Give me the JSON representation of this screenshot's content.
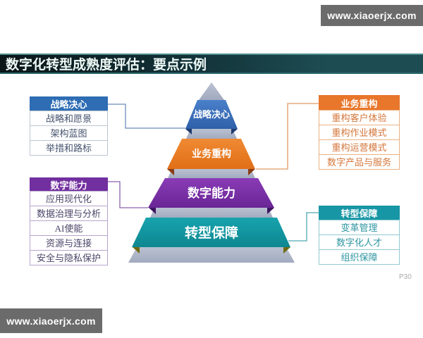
{
  "watermark": {
    "top": "www.xiaoerjx.com",
    "bottom": "www.xiaoerjx.com"
  },
  "title_bar": {
    "title": "数字化转型成熟度评估：要点示例"
  },
  "page_number": "P30",
  "pyramid": {
    "apex_color": "#aab3c6",
    "separator_color": "#a9b2c7",
    "levels": [
      {
        "label": "战略决心",
        "color": "#3a70bc"
      },
      {
        "label": "业务重构",
        "color": "#e8771f"
      },
      {
        "label": "数字能力",
        "color": "#7733a6"
      },
      {
        "label": "转型保障",
        "color": "#1295a0"
      }
    ]
  },
  "panels": {
    "strategy": {
      "title": "战略决心",
      "color": "#2e6db4",
      "items": [
        "战略和愿景",
        "架构蓝图",
        "举措和路标"
      ]
    },
    "capability": {
      "title": "数字能力",
      "color": "#722fa0",
      "items": [
        "应用现代化",
        "数据治理与分析",
        "AI使能",
        "资源与连接",
        "安全与隐私保护"
      ]
    },
    "business": {
      "title": "业务重构",
      "color": "#e8762b",
      "items": [
        "重构客户体验",
        "重构作业模式",
        "重构运营模式",
        "数字产品与服务"
      ]
    },
    "assurance": {
      "title": "转型保障",
      "color": "#1796a5",
      "items": [
        "变革管理",
        "数字化人才",
        "组织保障"
      ]
    }
  }
}
